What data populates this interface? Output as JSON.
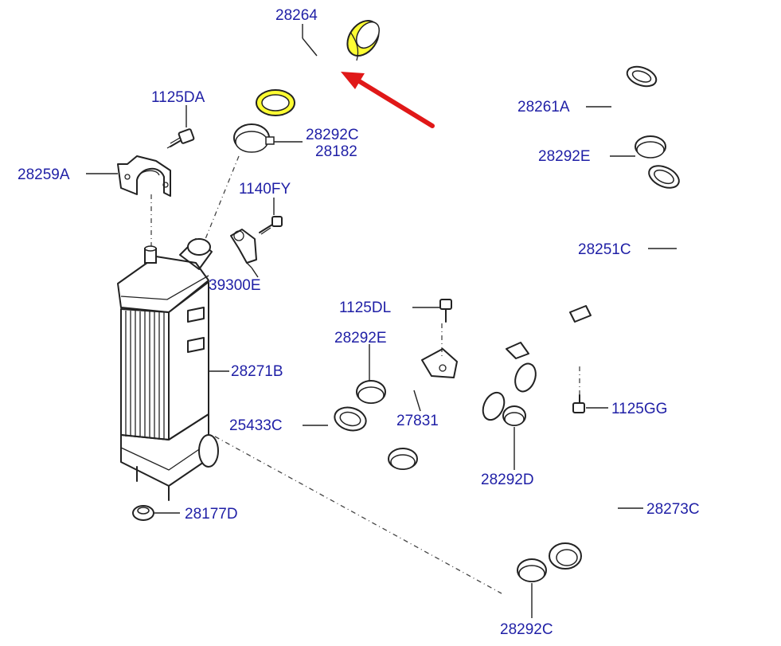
{
  "diagram": {
    "highlight_color": "#ffff33",
    "label_color": "#1f1fa6",
    "arrow_color": "#e01818",
    "labels": {
      "p28264": "28264",
      "p1125DA": "1125DA",
      "p28292C_top": "28292C",
      "p28182": "28182",
      "p28261A": "28261A",
      "p28259A": "28259A",
      "p1140FY": "1140FY",
      "p28292E_top": "28292E",
      "p28251C": "28251C",
      "p39300E": "39300E",
      "p1125DL": "1125DL",
      "p28292E_mid": "28292E",
      "p28271B": "28271B",
      "p1125GG": "1125GG",
      "p27831": "27831",
      "p25433C": "25433C",
      "p28292D": "28292D",
      "p28273C": "28273C",
      "p28177D": "28177D",
      "p28292C_bottom": "28292C"
    }
  }
}
